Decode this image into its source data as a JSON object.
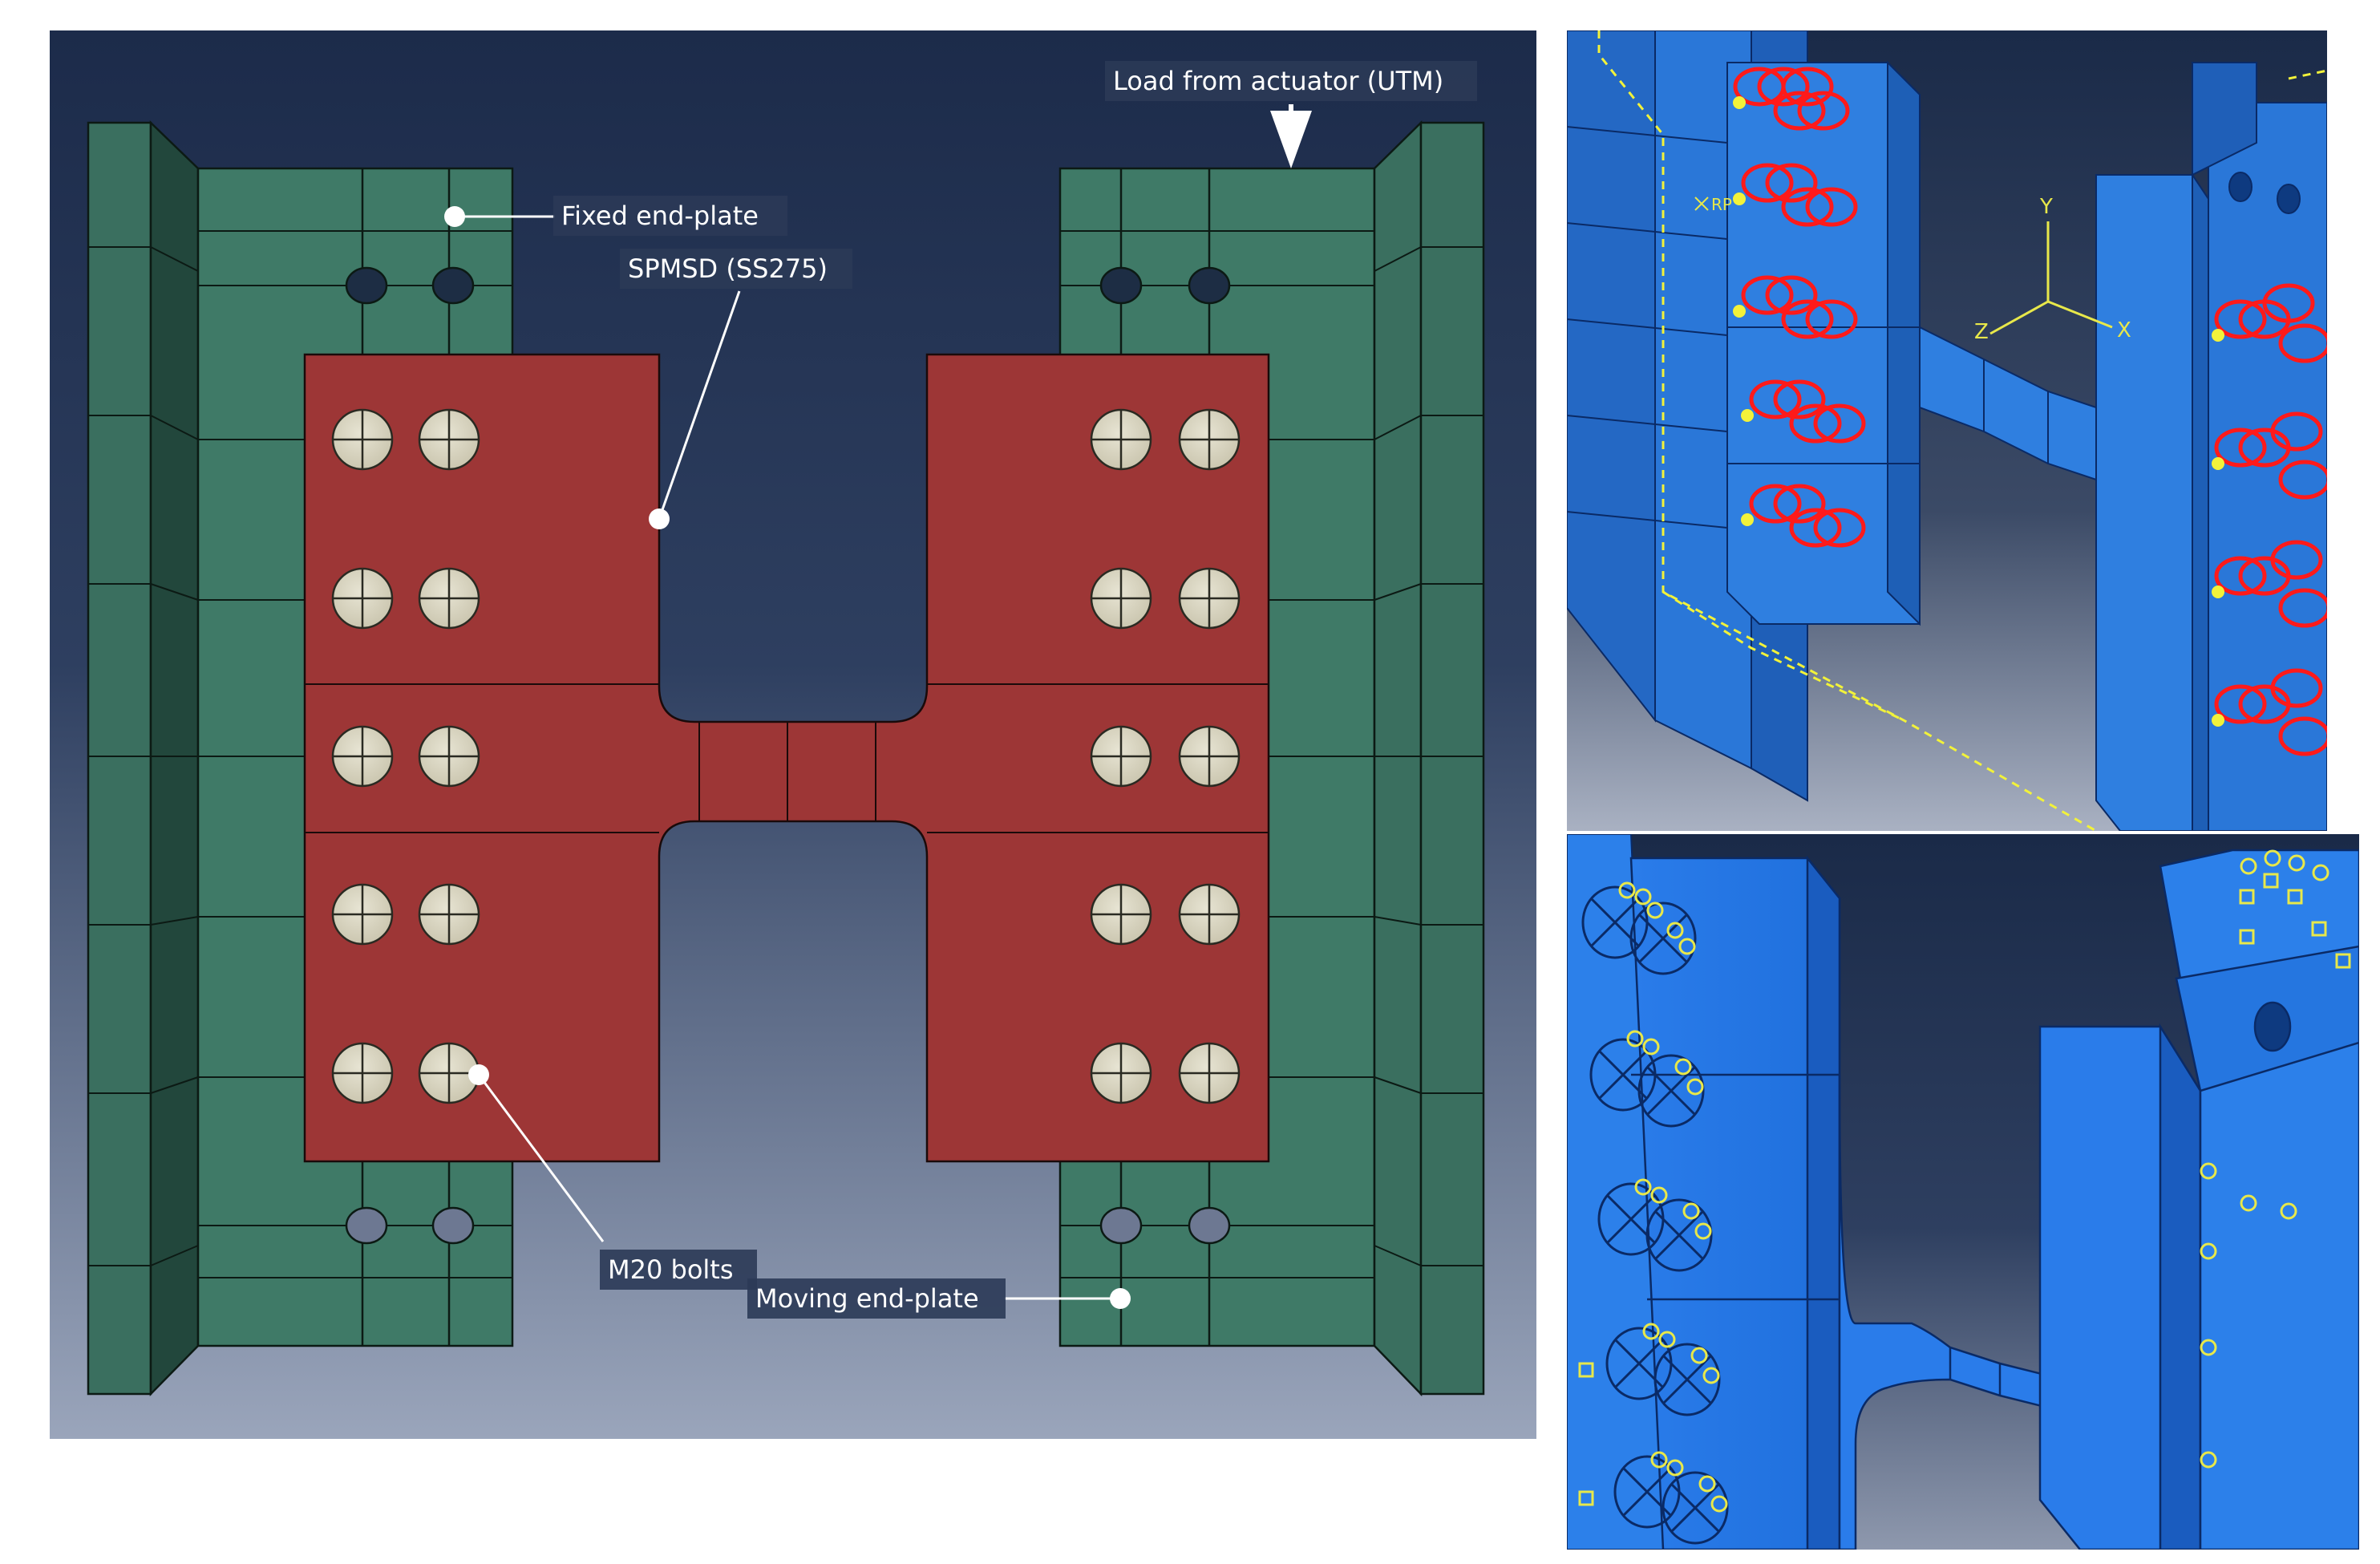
{
  "main_view": {
    "labels": {
      "load": "Load from actuator (UTM)",
      "fixed": "Fixed end-plate",
      "spmsd": "SPMSD (SS275)",
      "bolts": "M20 bolts",
      "moving": "Moving end-plate"
    }
  },
  "view_3d": {
    "axes": {
      "y": "Y",
      "z": "Z",
      "x": "X"
    },
    "ref_point": "RP"
  },
  "colors": {
    "background_top": "#1c2b4a",
    "background_bottom": "#9aa5bb",
    "end_plate": "#3f7a67",
    "specimen": "#9d3636",
    "bolt_head": "#d8d4c0",
    "mesh_blue": "#2f7fe0",
    "constraint_red": "#ff1a1a",
    "constraint_yellow": "#f2f23a"
  }
}
